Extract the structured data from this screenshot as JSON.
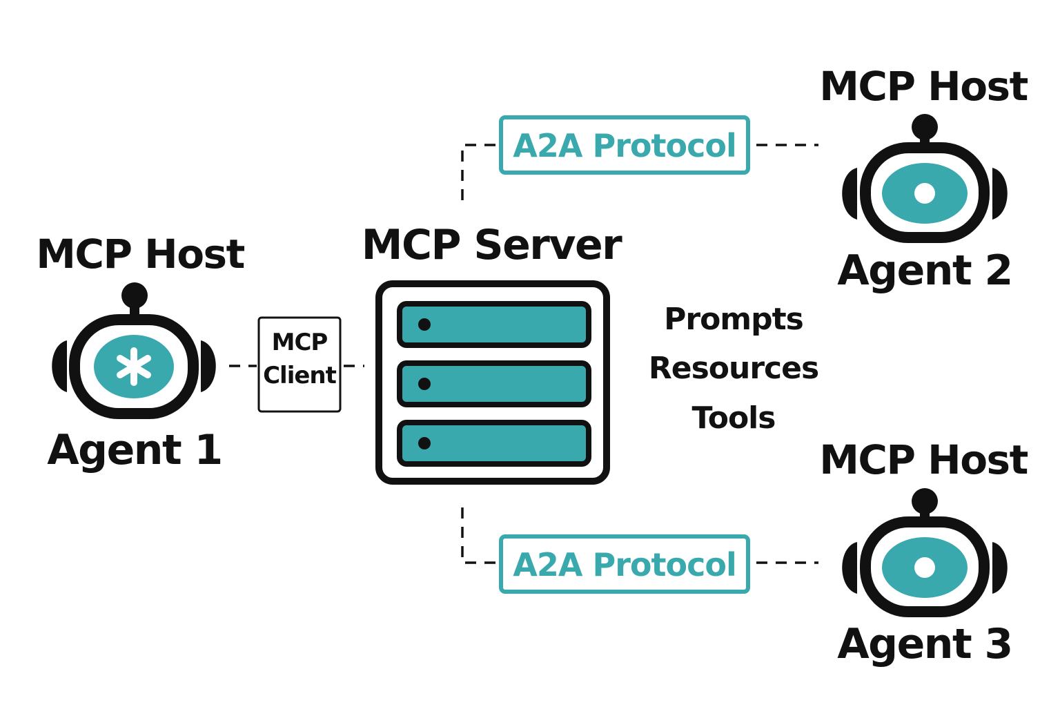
{
  "colors": {
    "accent": "#3aa9ad",
    "outline": "#111111",
    "background": "#ffffff"
  },
  "agents": [
    {
      "host_label": "MCP Host",
      "name": "Agent 1",
      "face_icon": "asterisk-icon"
    },
    {
      "host_label": "MCP Host",
      "name": "Agent 2",
      "face_icon": "dot-icon"
    },
    {
      "host_label": "MCP Host",
      "name": "Agent 3",
      "face_icon": "dot-icon"
    }
  ],
  "client": {
    "line1": "MCP",
    "line2": "Client"
  },
  "server": {
    "title": "MCP Server",
    "features": [
      "Prompts",
      "Resources",
      "Tools"
    ]
  },
  "protocols": [
    {
      "label": "A2A Protocol"
    },
    {
      "label": "A2A Protocol"
    }
  ]
}
